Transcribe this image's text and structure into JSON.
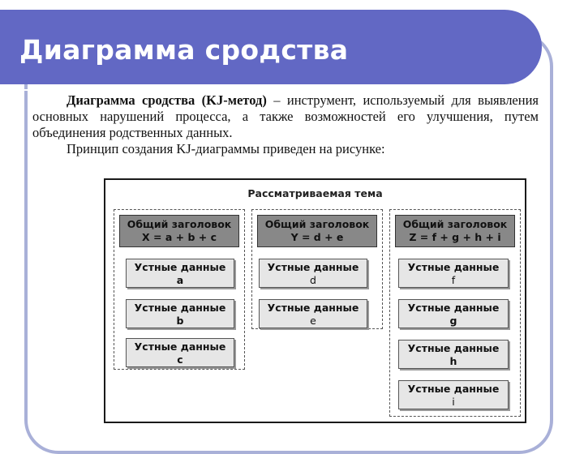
{
  "slide": {
    "title": "Диаграмма сродства",
    "paragraph1_term": "Диаграмма сродства (KJ-метод)",
    "paragraph1_rest": " – инструмент, используемый для выявления основных нарушений процесса, а также возможностей его улучшения, путем объединения родственных данных.",
    "paragraph2": "Принцип создания KJ-диаграммы приведен на рисунке:"
  },
  "figure": {
    "topic": "Рассматриваемая тема",
    "groups": [
      {
        "header_line1": "Общий заголовок",
        "header_line2": "X = a + b + c",
        "cards": [
          {
            "label": "Устные данные",
            "letter": "a"
          },
          {
            "label": "Устные данные",
            "letter": "b"
          },
          {
            "label": "Устные данные",
            "letter": "c"
          }
        ]
      },
      {
        "header_line1": "Общий заголовок",
        "header_line2": "Y = d + e",
        "cards": [
          {
            "label": "Устные данные",
            "letter": "d"
          },
          {
            "label": "Устные данные",
            "letter": "e"
          }
        ]
      },
      {
        "header_line1": "Общий заголовок",
        "header_line2": "Z = f + g + h + i",
        "cards": [
          {
            "label": "Устные данные",
            "letter": "f"
          },
          {
            "label": "Устные данные",
            "letter": "g"
          },
          {
            "label": "Устные данные",
            "letter": "h"
          },
          {
            "label": "Устные данные",
            "letter": "i"
          }
        ]
      }
    ]
  }
}
